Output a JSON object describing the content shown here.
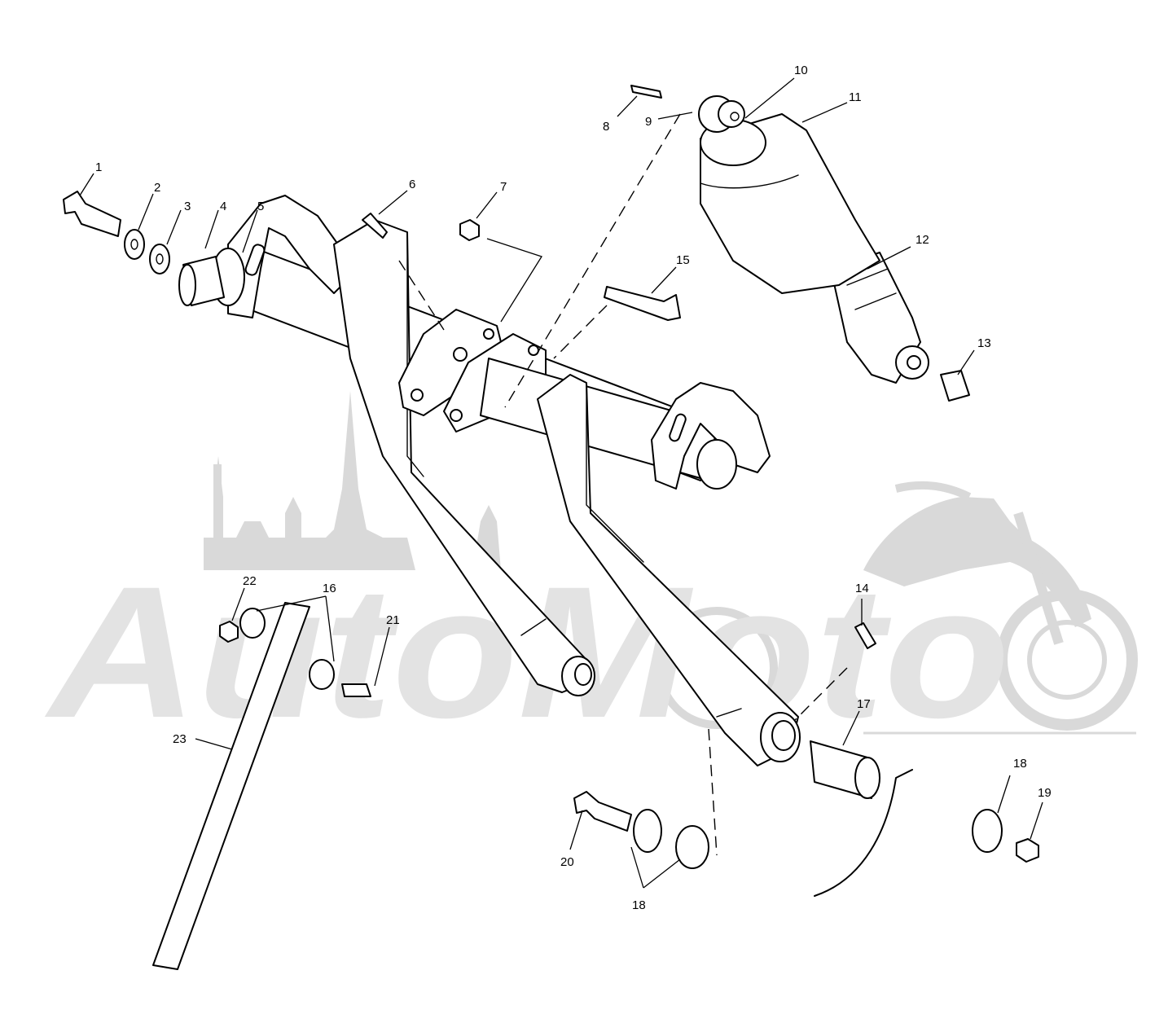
{
  "watermark": {
    "text": "AutoMoto",
    "logo_icon": "motorcycle-cathedral-logo",
    "color": "#d9d9d9"
  },
  "callouts": [
    {
      "id": "1",
      "label": "1"
    },
    {
      "id": "2",
      "label": "2"
    },
    {
      "id": "3",
      "label": "3"
    },
    {
      "id": "4",
      "label": "4"
    },
    {
      "id": "5",
      "label": "5"
    },
    {
      "id": "6",
      "label": "6"
    },
    {
      "id": "7",
      "label": "7"
    },
    {
      "id": "8",
      "label": "8"
    },
    {
      "id": "9",
      "label": "9"
    },
    {
      "id": "10",
      "label": "10"
    },
    {
      "id": "11",
      "label": "11"
    },
    {
      "id": "12",
      "label": "12"
    },
    {
      "id": "13",
      "label": "13"
    },
    {
      "id": "14",
      "label": "14"
    },
    {
      "id": "15",
      "label": "15"
    },
    {
      "id": "16",
      "label": "16"
    },
    {
      "id": "17",
      "label": "17"
    },
    {
      "id": "18a",
      "label": "18"
    },
    {
      "id": "18b",
      "label": "18"
    },
    {
      "id": "19",
      "label": "19"
    },
    {
      "id": "20",
      "label": "20"
    },
    {
      "id": "21",
      "label": "21"
    },
    {
      "id": "22",
      "label": "22"
    },
    {
      "id": "23",
      "label": "23"
    }
  ]
}
